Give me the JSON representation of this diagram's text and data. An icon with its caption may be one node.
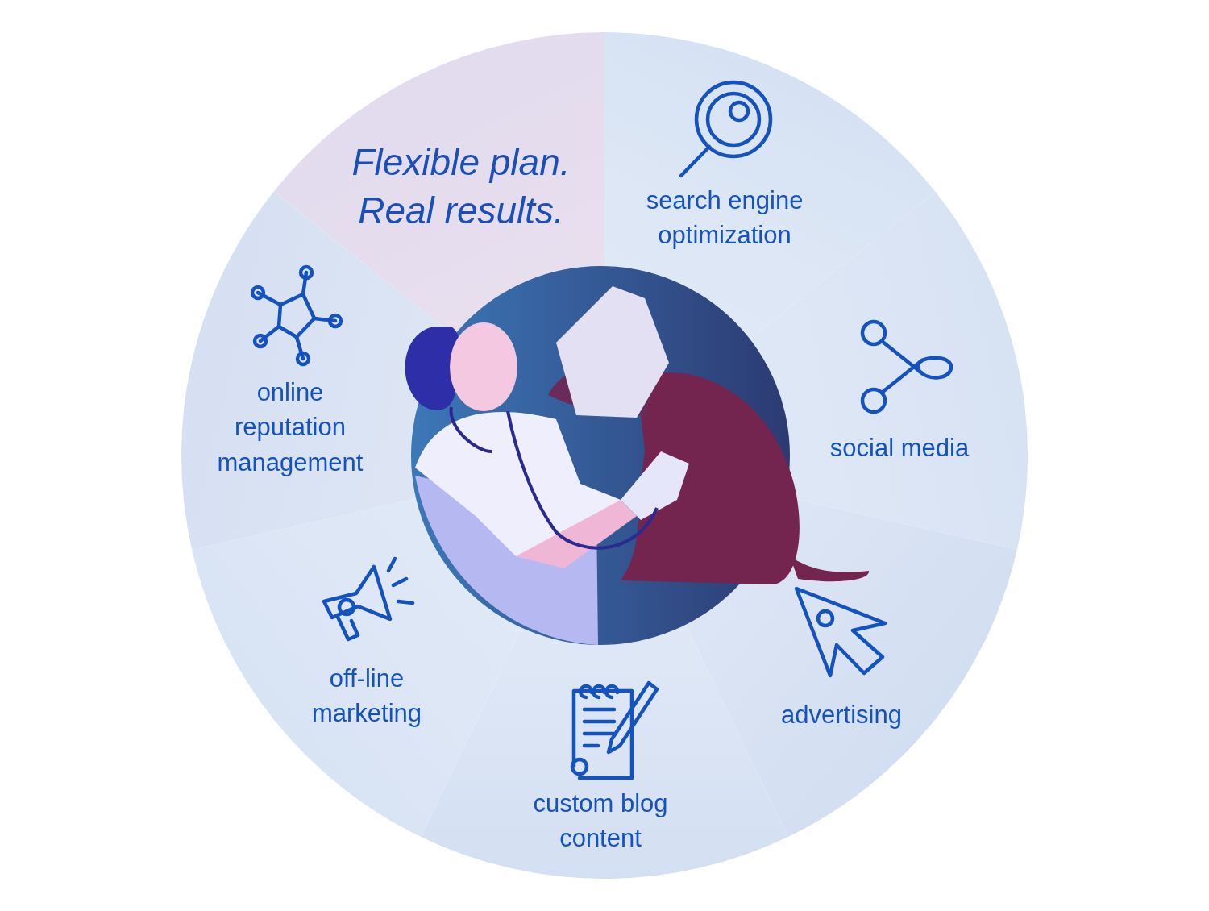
{
  "diagram": {
    "nodes": [
      {
        "text": [
          "Flexible plan. Real results."
        ]
      },
      {
        "text": [
          "search engine optimization"
        ]
      },
      {
        "text": [
          "social media"
        ]
      },
      {
        "text": [
          "advertising"
        ]
      },
      {
        "text": [
          "custom blog content"
        ]
      },
      {
        "text": [
          "off-line marketing"
        ]
      },
      {
        "text": [
          "online reputation management"
        ]
      }
    ]
  }
}
